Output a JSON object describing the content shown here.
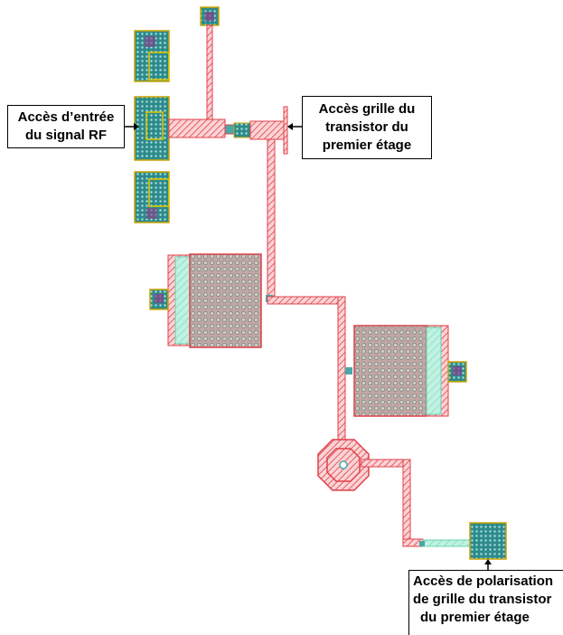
{
  "callouts": {
    "rf_input": {
      "line1": "Accès d’entrée",
      "line2": "du signal RF"
    },
    "gate_access": {
      "line1": "Accès grille du",
      "line2": "transistor du",
      "line3": "premier étage"
    },
    "gate_bias": {
      "line1": "Accès de polarisation",
      "line2": "de grille du transistor",
      "line3": "du premier étage"
    }
  },
  "colors": {
    "line": "#e0404a",
    "line_fill": "#f7b0b4",
    "pad": "#2e8a8a",
    "pad_light": "#7fc9c9",
    "pad_border": "#c8a400",
    "cap_fill": "#b89a98",
    "resistor": "#9ee8d0",
    "via": "#8a3a8a"
  }
}
